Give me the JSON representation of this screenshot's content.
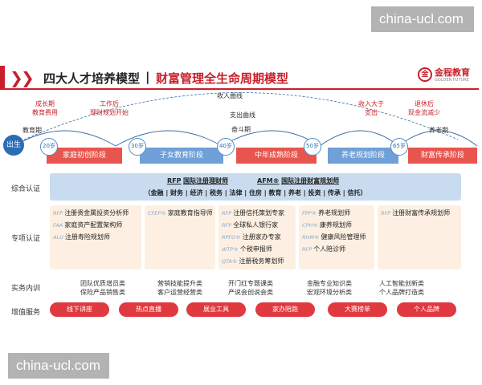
{
  "watermark": "china-ucl.com",
  "title": {
    "main": "四大人才培养模型",
    "separator": "|",
    "sub": "财富管理全生命周期模型"
  },
  "logo": {
    "mark": "金",
    "name": "金程教育",
    "english": "GOLDEN FUTURE"
  },
  "curves": {
    "income": "收入曲线",
    "expense": "支出曲线"
  },
  "phase_labels": [
    {
      "text": "成长期\n教育费用",
      "color": "red"
    },
    {
      "text": "教育期",
      "color": "dark"
    },
    {
      "text": "工作后\n理财规划开始",
      "color": "red"
    },
    {
      "text": "奋斗期",
      "color": "dark"
    },
    {
      "text": "收入大于\n支出",
      "color": "red"
    },
    {
      "text": "退休后\n现金流减少",
      "color": "red"
    },
    {
      "text": "养老期",
      "color": "dark"
    }
  ],
  "start_node": "出生",
  "ages": [
    "20岁",
    "30岁",
    "40岁",
    "50岁",
    "65岁"
  ],
  "stages": [
    {
      "name": "家庭初创阶段",
      "color": "#e8554e"
    },
    {
      "name": "子女教育阶段",
      "color": "#6fa0d8"
    },
    {
      "name": "中年成熟阶段",
      "color": "#e8554e"
    },
    {
      "name": "养老规划阶段",
      "color": "#6fa0d8"
    },
    {
      "name": "财富传承阶段",
      "color": "#e8554e"
    }
  ],
  "rows": {
    "comprehensive": "综合认证",
    "special": "专项认证",
    "training": "实务内训",
    "value_added": "增值服务"
  },
  "comprehensive_cert": {
    "items": [
      {
        "code": "RFP",
        "name": "国际注册理财师"
      },
      {
        "code": "AFM®",
        "name": "国际注册财富规划师"
      }
    ],
    "subjects": "（金融 | 财务 | 经济 | 税务 | 法律 | 住房 | 教育 | 养老 | 投资 | 传承 | 信托）"
  },
  "special_certs": [
    [
      {
        "code": "RFP",
        "name": "注册贵金属投资分析师"
      },
      {
        "code": "FAA",
        "name": "家庭资产配置架构师"
      },
      {
        "code": "ALU",
        "name": "注册寿险规划师"
      }
    ],
    [
      {
        "code": "CFEP®",
        "name": "家庭教育指导师"
      }
    ],
    [
      {
        "code": "RFP",
        "name": "注册信托策划专家"
      },
      {
        "code": "RFP",
        "name": "全球私人银行家"
      },
      {
        "code": "RPFO®",
        "name": "注册家办专家"
      },
      {
        "code": "WTP®",
        "name": "个税申报师"
      },
      {
        "code": "QTA®",
        "name": "注册税务筹划师"
      }
    ],
    [
      {
        "code": "FPP®",
        "name": "养老规划师"
      },
      {
        "code": "CPH®",
        "name": "康养规划师"
      },
      {
        "code": "RHM®",
        "name": "健康风险管理师"
      },
      {
        "code": "RFP",
        "name": "个人陪诊师"
      }
    ],
    [
      {
        "code": "RFP",
        "name": "注册财富传承规划师"
      }
    ]
  ],
  "training": [
    "团队优质增员类\n保险产品销售类",
    "营销技能提升类\n客户运营经营类",
    "开门红专题课类\n产说会创说会类",
    "金融专业知识类\n宏观环境分析类",
    "人工智能创新类\n个人品牌打造类"
  ],
  "services": [
    "线下讲座",
    "热点直播",
    "展业工具",
    "家办陪跑",
    "大赛榜单",
    "个人品牌"
  ],
  "colors": {
    "brand_red": "#c81f2a",
    "blue": "#2a6db4",
    "cert_bg": "#c9dcef",
    "spec_bg": "#fdf0e2",
    "pill": "#e0393f"
  }
}
